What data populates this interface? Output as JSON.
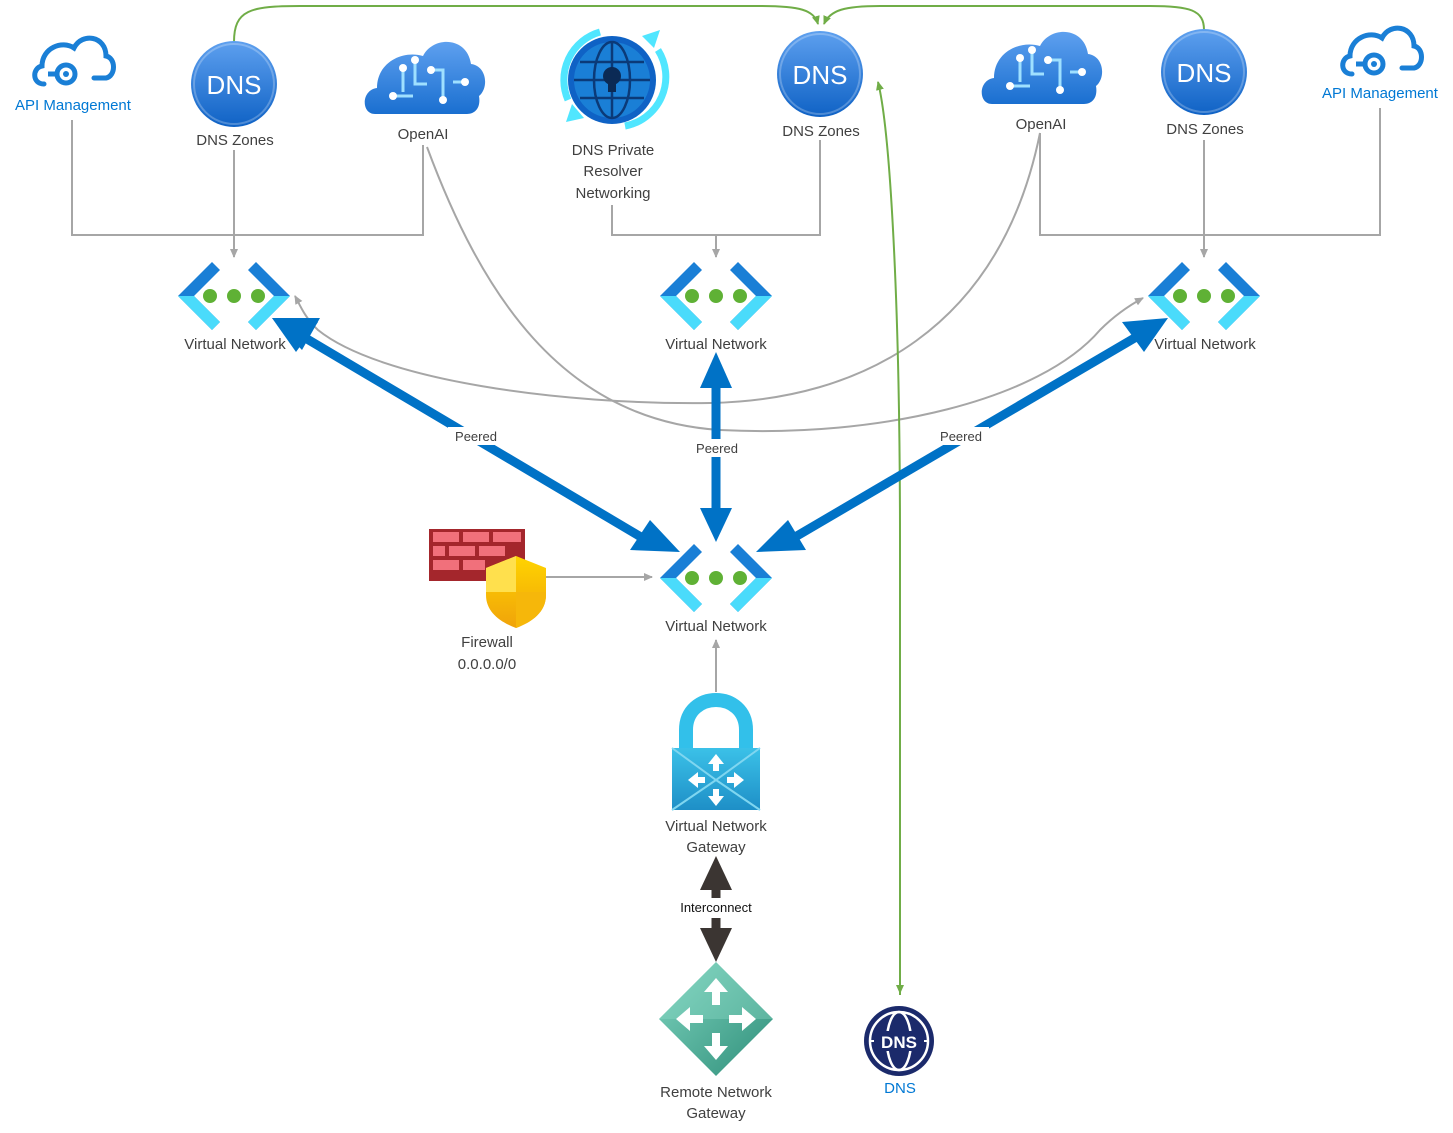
{
  "nodes": {
    "apim_left": {
      "label": "API Management"
    },
    "dns_zones_1": {
      "label": "DNS Zones",
      "icon_text": "DNS"
    },
    "openai_left": {
      "label": "OpenAI"
    },
    "dns_resolver": {
      "label_lines": [
        "DNS Private",
        "Resolver",
        "Networking"
      ]
    },
    "dns_zones_2": {
      "label": "DNS Zones",
      "icon_text": "DNS"
    },
    "openai_right": {
      "label": "OpenAI"
    },
    "dns_zones_3": {
      "label": "DNS Zones",
      "icon_text": "DNS"
    },
    "apim_right": {
      "label": "API Management"
    },
    "vnet_left": {
      "label": "Virtual Network"
    },
    "vnet_center": {
      "label": "Virtual Network"
    },
    "vnet_right": {
      "label": "Virtual Network"
    },
    "vnet_hub": {
      "label": "Virtual Network"
    },
    "firewall": {
      "label_lines": [
        "Firewall",
        "0.0.0.0/0"
      ]
    },
    "vnet_gateway": {
      "label_lines": [
        "Virtual Network",
        "Gateway"
      ]
    },
    "remote_gateway": {
      "label_lines": [
        "Remote Network",
        "Gateway"
      ]
    },
    "dns_onprem": {
      "label": "DNS",
      "icon_text": "DNS"
    }
  },
  "edges": {
    "peered_left": "Peered",
    "peered_center": "Peered",
    "peered_right": "Peered",
    "interconnect": "Interconnect"
  },
  "colors": {
    "peering_arrow": "#0072c6",
    "connector_gray": "#a6a6a6",
    "dns_link_green": "#70ad47",
    "interconnect_arrow": "#3b3532",
    "label_blue": "#0078d4"
  }
}
